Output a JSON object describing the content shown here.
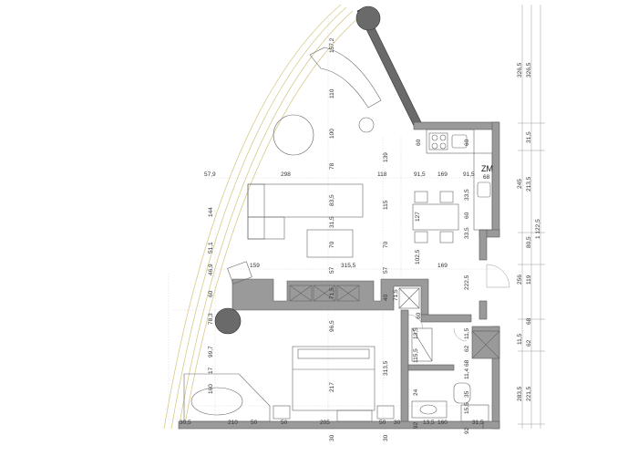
{
  "plan": {
    "room_label": "ZM",
    "room_value": "68",
    "colors": {
      "wall": "#9a9a9a",
      "wall_dark": "#6a6a6a",
      "glazing": "#d8c98a",
      "lines": "#666666"
    }
  },
  "dimensions": [
    {
      "id": "d1",
      "text": "157,2"
    },
    {
      "id": "d2",
      "text": "110"
    },
    {
      "id": "d3",
      "text": "100"
    },
    {
      "id": "d4",
      "text": "78"
    },
    {
      "id": "d5",
      "text": "139"
    },
    {
      "id": "d6",
      "text": "60"
    },
    {
      "id": "d7",
      "text": "60"
    },
    {
      "id": "d8",
      "text": "57,9"
    },
    {
      "id": "d9",
      "text": "298"
    },
    {
      "id": "d10",
      "text": "118"
    },
    {
      "id": "d11",
      "text": "91,5"
    },
    {
      "id": "d12",
      "text": "169"
    },
    {
      "id": "d13",
      "text": "91,5"
    },
    {
      "id": "d14",
      "text": "83,5"
    },
    {
      "id": "d15",
      "text": "144"
    },
    {
      "id": "d16",
      "text": "115"
    },
    {
      "id": "d17",
      "text": "127"
    },
    {
      "id": "d18",
      "text": "33,5"
    },
    {
      "id": "d19",
      "text": "60"
    },
    {
      "id": "d20",
      "text": "33,5"
    },
    {
      "id": "d21",
      "text": "31,5"
    },
    {
      "id": "d22",
      "text": "51,1"
    },
    {
      "id": "d23",
      "text": "70"
    },
    {
      "id": "d24",
      "text": "70"
    },
    {
      "id": "d25",
      "text": "102,5"
    },
    {
      "id": "d26",
      "text": "46,9"
    },
    {
      "id": "d27",
      "text": "159"
    },
    {
      "id": "d28",
      "text": "315,5"
    },
    {
      "id": "d29",
      "text": "57"
    },
    {
      "id": "d30",
      "text": "57"
    },
    {
      "id": "d31",
      "text": "169"
    },
    {
      "id": "d32",
      "text": "60"
    },
    {
      "id": "d33",
      "text": "71,5"
    },
    {
      "id": "d34",
      "text": "40"
    },
    {
      "id": "d35",
      "text": "71,5"
    },
    {
      "id": "d36",
      "text": "222,5"
    },
    {
      "id": "d37",
      "text": "60"
    },
    {
      "id": "d38",
      "text": "78,3"
    },
    {
      "id": "d39",
      "text": "96,5"
    },
    {
      "id": "d40",
      "text": "99,7"
    },
    {
      "id": "d41",
      "text": "13,5"
    },
    {
      "id": "d42",
      "text": "115,5"
    },
    {
      "id": "d43",
      "text": "62"
    },
    {
      "id": "d44",
      "text": "11,5"
    },
    {
      "id": "d45",
      "text": "313,5"
    },
    {
      "id": "d46",
      "text": "11,4"
    },
    {
      "id": "d47",
      "text": "68"
    },
    {
      "id": "d48",
      "text": "17"
    },
    {
      "id": "d49",
      "text": "217"
    },
    {
      "id": "d50",
      "text": "24"
    },
    {
      "id": "d51",
      "text": "35"
    },
    {
      "id": "d52",
      "text": "160"
    },
    {
      "id": "d53",
      "text": "15,5"
    },
    {
      "id": "d54",
      "text": "30,5"
    },
    {
      "id": "d55",
      "text": "210"
    },
    {
      "id": "d56",
      "text": "50"
    },
    {
      "id": "d57",
      "text": "205"
    },
    {
      "id": "d58",
      "text": "50"
    },
    {
      "id": "d59",
      "text": "30"
    },
    {
      "id": "d60",
      "text": "92"
    },
    {
      "id": "d61",
      "text": "13,5"
    },
    {
      "id": "d62",
      "text": "160"
    },
    {
      "id": "d63",
      "text": "92"
    },
    {
      "id": "d64",
      "text": "31,5"
    },
    {
      "id": "d65",
      "text": "30"
    },
    {
      "id": "d66",
      "text": "30"
    },
    {
      "id": "d67",
      "text": "50"
    },
    {
      "id": "r1",
      "text": "326,5"
    },
    {
      "id": "r2",
      "text": "326,5"
    },
    {
      "id": "r3",
      "text": "31,5"
    },
    {
      "id": "r4",
      "text": "245"
    },
    {
      "id": "r5",
      "text": "213,5"
    },
    {
      "id": "r6",
      "text": "1 122,5"
    },
    {
      "id": "r7",
      "text": "80,5"
    },
    {
      "id": "r8",
      "text": "256"
    },
    {
      "id": "r9",
      "text": "119"
    },
    {
      "id": "r10",
      "text": "68"
    },
    {
      "id": "r11",
      "text": "11,5"
    },
    {
      "id": "r12",
      "text": "62"
    },
    {
      "id": "r13",
      "text": "283,5"
    },
    {
      "id": "r14",
      "text": "221,5"
    }
  ]
}
